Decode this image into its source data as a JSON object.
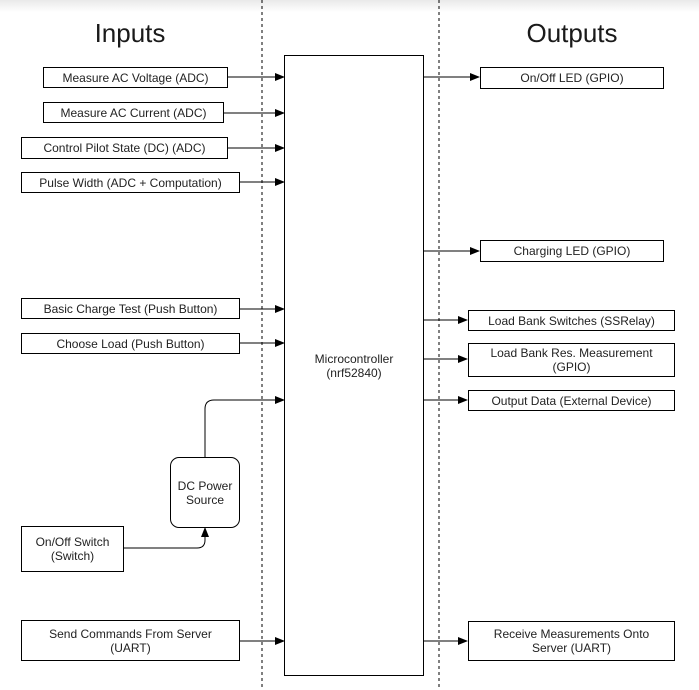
{
  "headings": {
    "inputs": "Inputs",
    "outputs": "Outputs"
  },
  "center": "Microcontroller\n(nrf52840)",
  "inputs": [
    "Measure AC Voltage (ADC)",
    "Measure AC Current (ADC)",
    "Control Pilot State (DC) (ADC)",
    "Pulse Width (ADC + Computation)",
    "Basic Charge Test (Push Button)",
    "Choose Load (Push Button)",
    "Send Commands From Server\n(UART)"
  ],
  "power": {
    "source": "DC Power\nSource",
    "switch": "On/Off Switch\n(Switch)"
  },
  "outputs": [
    "On/Off LED (GPIO)",
    "Charging LED (GPIO)",
    "Load Bank Switches (SSRelay)",
    "Load Bank Res. Measurement\n(GPIO)",
    "Output Data (External Device)",
    "Receive Measurements Onto\nServer (UART)"
  ]
}
